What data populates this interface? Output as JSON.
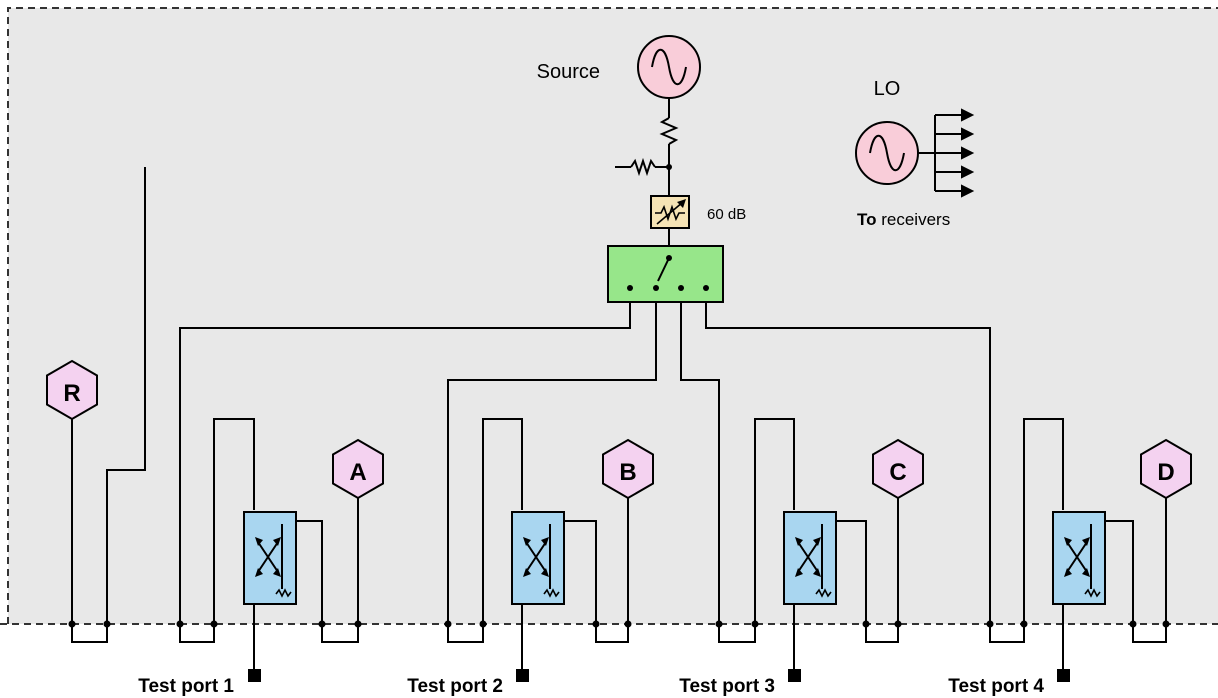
{
  "source": {
    "label": "Source"
  },
  "lo": {
    "label": "LO",
    "caption_bold": "To",
    "caption_rest": " receivers"
  },
  "attenuator": {
    "label": "60 dB"
  },
  "receivers": {
    "r": "R",
    "a": "A",
    "b": "B",
    "c": "C",
    "d": "D"
  },
  "ports": {
    "p1": "Test port 1",
    "p2": "Test port 2",
    "p3": "Test port 3",
    "p4": "Test port 4"
  },
  "colors": {
    "panel": "#e8e8e8",
    "source_fill": "#f9cdd9",
    "receiver_fill": "#f4d2f0",
    "coupler_fill": "#a9d6f0",
    "switch_fill": "#97e68a",
    "attenuator_fill": "#f5e3b5"
  }
}
